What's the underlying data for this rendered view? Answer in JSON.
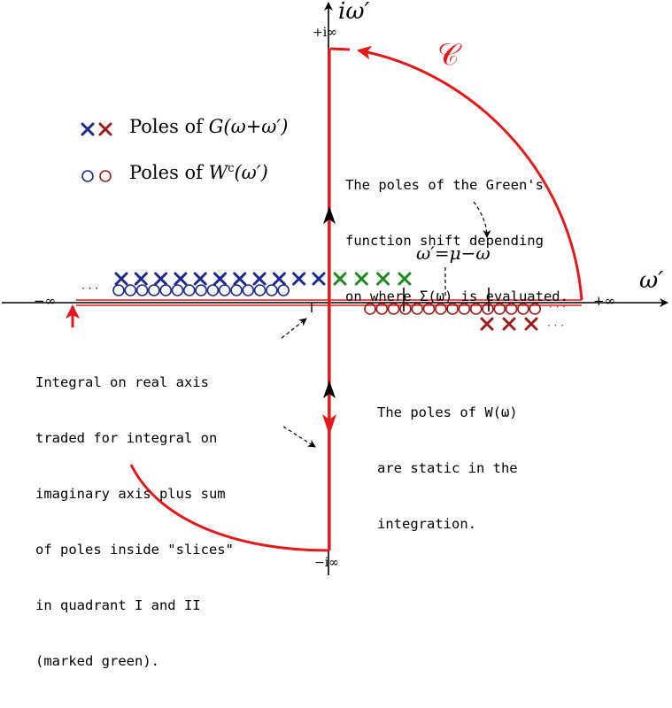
{
  "colors": {
    "contour": "#e31a1c",
    "blue": "#1a2a8c",
    "red": "#9b1b1b",
    "green": "#1e8a1e",
    "axis": "#000000"
  },
  "axes": {
    "real_label": "ω′",
    "imag_label": "iω′",
    "plus_inf": "+∞",
    "minus_inf": "−∞",
    "plus_i_inf": "+i∞",
    "minus_i_inf": "−i∞"
  },
  "contour_label": "𝒞",
  "legend": {
    "cross_glyph": "×",
    "circle_glyph": "○",
    "g_poles_prefix": "Poles of ",
    "g_poles_math": "G(ω+ω′)",
    "w_poles_prefix": "Poles of ",
    "w_poles_math": "W",
    "w_poles_sup": "c",
    "w_poles_arg": "(ω′)"
  },
  "mu_label": "ω′=μ−ω",
  "dots": "· · ·",
  "notes": {
    "green_shift": [
      "The poles of the Green's",
      "function shift depending",
      "on where Σ(ω) is evaluated."
    ],
    "real_axis": [
      "Integral on real axis",
      "traded for integral on",
      "imaginary axis plus sum",
      "of poles inside \"slices\"",
      "in quadrant I and II",
      "(marked green)."
    ],
    "w_static": [
      "The poles of W(ω)",
      "are static in the",
      "integration."
    ]
  },
  "poles": {
    "blue_cross_count": 11,
    "green_cross_count": 4,
    "blue_circle_count": 15,
    "red_circle_count": 15,
    "red_cross_count": 3
  }
}
